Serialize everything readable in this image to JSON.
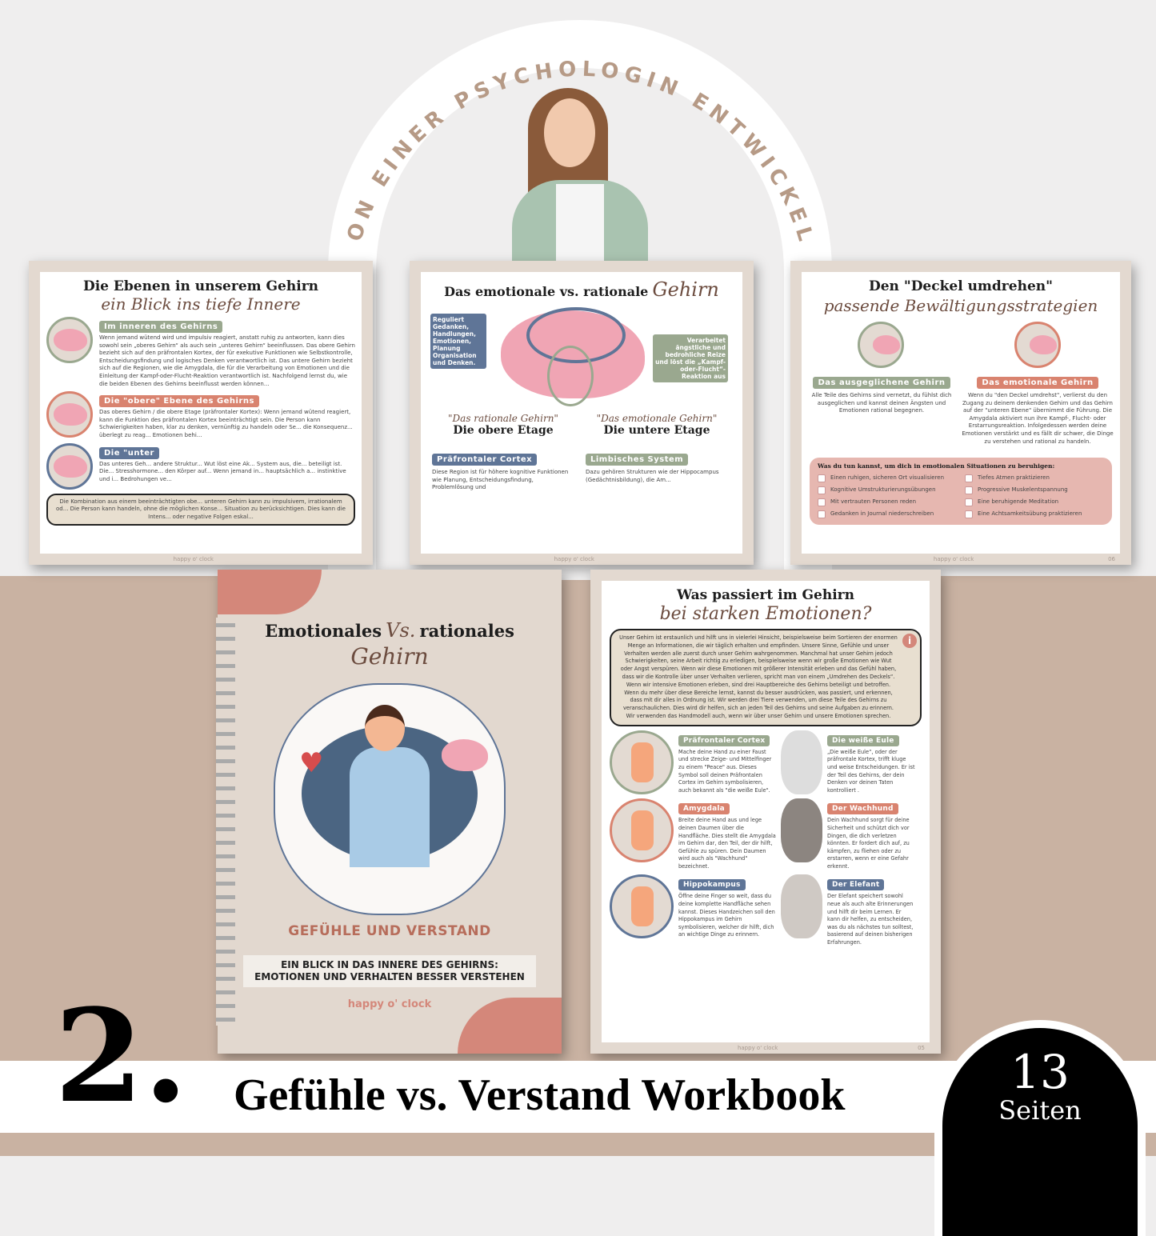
{
  "banner": {
    "arch_text": "VON EINER PSYCHOLOGIN ENTWICKELT",
    "number": "2.",
    "title": "Gefühle vs. Verstand Workbook",
    "badge_count": "13",
    "badge_label": "Seiten"
  },
  "colors": {
    "green": "#9aa88f",
    "red": "#d9836f",
    "blue": "#5f7597",
    "beige": "#e3d9d0",
    "tan": "#c9b2a2"
  },
  "page1": {
    "title": "Die Ebenen in unserem Gehirn",
    "subtitle": "ein Blick ins tiefe Innere",
    "sections": [
      {
        "label": "Im inneren des Gehirns",
        "text": "Wenn jemand wütend wird und impulsiv reagiert, anstatt ruhig zu antworten, kann dies sowohl sein „oberes Gehirn“ als auch sein „unteres Gehirn“ beeinflussen. Das obere Gehirn bezieht sich auf den präfrontalen Kortex, der für exekutive Funktionen wie Selbstkontrolle, Entscheidungsfindung und logisches Denken verantwortlich ist. Das untere Gehirn bezieht sich auf die Regionen, wie die Amygdala, die für die Verarbeitung von Emotionen und die Einleitung der Kampf-oder-Flucht-Reaktion verantwortlich ist. Nachfolgend lernst du, wie die beiden Ebenen des Gehirns beeinflusst werden können..."
      },
      {
        "label": "Die \"obere\" Ebene des Gehirns",
        "text": "Das oberes Gehirn / die obere Etage (präfrontaler Kortex): Wenn jemand wütend reagiert, kann die Funktion des präfrontalen Kortex beeinträchtigt sein. Die Person kann Schwierigkeiten haben, klar zu denken, vernünftig zu handeln oder Se... die Konsequenz... überlegt zu reag... Emotionen behi..."
      },
      {
        "label": "Die \"unter",
        "text": "Das unteres Geh... andere Struktur... Wut löst eine Ak... System aus, die... beteiligt ist. Die... Stresshormone... den Körper auf... Wenn jemand in... hauptsächlich a... instinktive und i... Bedrohungen ve..."
      }
    ],
    "note": "Die Kombination aus einem beeinträchtigten obe... unteren Gehirn kann zu impulsivem, irrationalem od... Die Person kann handeln, ohne die möglichen Konse... Situation zu berücksichtigen. Dies kann die Intens... oder negative Folgen eskal...",
    "footer": "happy o' clock"
  },
  "page2": {
    "title": "Das emotionale vs. rationale",
    "title_script": "Gehirn",
    "callout_left": "Reguliert Gedanken, Handlungen, Emotionen, Planung Organisation und Denken.",
    "callout_right": "Verarbeitet ängstliche und bedrohliche Reize und löst die „Kampf- oder-Flucht“- Reaktion aus",
    "left_quote": "\"Das rationale Gehirn\"",
    "left_head": "Die obere Etage",
    "left_label": "Präfrontaler Cortex",
    "left_text": "Diese Region ist für höhere kognitive Funktionen wie Planung, Entscheidungsfindung, Problemlösung und",
    "right_quote": "\"Das emotionale Gehirn\"",
    "right_head": "Die untere Etage",
    "right_label": "Limbisches System",
    "right_text": "Dazu gehören Strukturen wie der Hippocampus (Gedächtnisbildung), die Am...",
    "footer": "happy o' clock"
  },
  "page3": {
    "title": "Den \"Deckel umdrehen\"",
    "subtitle": "passende Bewältigungsstrategien",
    "left_label": "Das ausgeglichene Gehirn",
    "left_text": "Alle Teile des Gehirns sind vernetzt, du fühlst dich ausgeglichen und kannst deinen Ängsten und Emotionen rational begegnen.",
    "right_label": "Das emotionale Gehirn",
    "right_text": "Wenn du \"den Deckel umdrehst\", verlierst du den Zugang zu deinem denkenden Gehirn und das Gehirn auf der \"unteren Ebene\" übernimmt die Führung. Die Amygdala aktiviert nun ihre Kampf-, Flucht- oder Erstarrungsreaktion. Infolgedessen werden deine Emotionen verstärkt und es fällt dir schwer, die Dinge zu verstehen und rational zu handeln.",
    "checklist_title": "Was du tun kannst, um dich in emotionalen Situationen zu beruhigen:",
    "checklist": [
      "Einen ruhigen, sicheren Ort visualisieren",
      "Tiefes Atmen praktizieren",
      "Kognitive Umstrukturierungsübungen",
      "Progressive Muskelentspannung",
      "Mit vertrauten Personen reden",
      "Eine beruhigende Meditation",
      "Gedanken in Journal niederschreiben",
      "Eine Achtsamkeitsübung praktizieren"
    ],
    "footer": "happy o' clock",
    "page_no": "06"
  },
  "cover": {
    "title_a": "Emotionales",
    "title_vs": "Vs.",
    "title_b": "rationales",
    "title_script": "Gehirn",
    "heading": "GEFÜHLE UND VERSTAND",
    "sub1": "EIN BLICK IN DAS INNERE DES GEHIRNS:",
    "sub2": "EMOTIONEN UND VERHALTEN BESSER VERSTEHEN",
    "brand": "happy o' clock"
  },
  "page5": {
    "title": "Was passiert im Gehirn",
    "subtitle": "bei starken Emotionen?",
    "intro": "Unser Gehirn ist erstaunlich und hilft uns in vielerlei Hinsicht, beispielsweise beim Sortieren der enormen Menge an Informationen, die wir täglich erhalten und empfinden. Unsere Sinne, Gefühle und unser Verhalten werden alle zuerst durch unser Gehirn wahrgenommen. Manchmal hat unser Gehirn jedoch Schwierigkeiten, seine Arbeit richtig zu erledigen, beispielsweise wenn wir große Emotionen wie Wut oder Angst verspüren. Wenn wir diese Emotionen mit größerer Intensität erleben und das Gefühl haben, dass wir die Kontrolle über unser Verhalten verlieren, spricht man von einem „Umdrehen des Deckels“. Wenn wir intensive Emotionen erleben, sind drei Hauptbereiche des Gehirns beteiligt und betroffen. Wenn du mehr über diese Bereiche lernst, kannst du besser ausdrücken, was passiert, und erkennen, dass mit dir alles in Ordnung ist. Wir werden drei Tiere verwenden, um diese Teile des Gehirns zu veranschaulichen. Dies wird dir helfen, sich an jeden Teil des Gehirns und seine Aufgaben zu erinnern. Wir verwenden das Handmodell auch, wenn wir über unser Gehirn und unsere Emotionen sprechen.",
    "rows": [
      {
        "label": "Präfrontaler Cortex",
        "text": "Mache deine Hand zu einer Faust und strecke Zeige- und Mittelfinger zu einem \"Peace\" aus. Dieses Symbol soll deinen Präfrontalen Cortex im Gehirn symbolisieren, auch bekannt als \"die weiße Eule\".",
        "animal_label": "Die weiße Eule",
        "animal_text": "„Die weiße Eule“, oder der präfrontale Kortex, trifft kluge und weise Entscheidungen. Er ist der Teil des Gehirns, der dein Denken vor deinen Taten kontrolliert ."
      },
      {
        "label": "Amygdala",
        "text": "Breite deine Hand aus und lege deinen Daumen über die Handfläche. Dies stellt die Amygdala im Gehirn dar, den Teil, der dir hilft, Gefühle zu spüren. Dein Daumen wird auch als \"Wachhund\" bezeichnet.",
        "animal_label": "Der Wachhund",
        "animal_text": "Dein Wachhund sorgt für deine Sicherheit und schützt dich vor Dingen, die dich verletzen könnten. Er fordert dich auf, zu kämpfen, zu fliehen oder zu erstarren, wenn er eine Gefahr erkennt."
      },
      {
        "label": "Hippokampus",
        "text": "Öffne deine Finger so weit, dass du deine komplette Handfläche sehen kannst. Dieses Handzeichen soll den Hippokampus im Gehirn symbolisieren, welcher dir hilft, dich an wichtige Dinge zu erinnern.",
        "animal_label": "Der Elefant",
        "animal_text": "Der Elefant speichert sowohl neue als auch alte Erinnerungen und hilft dir beim Lernen. Er kann dir helfen, zu entscheiden, was du als nächstes tun solltest, basierend auf deinen bisherigen Erfahrungen."
      }
    ],
    "footer": "happy o' clock",
    "page_no": "05"
  }
}
